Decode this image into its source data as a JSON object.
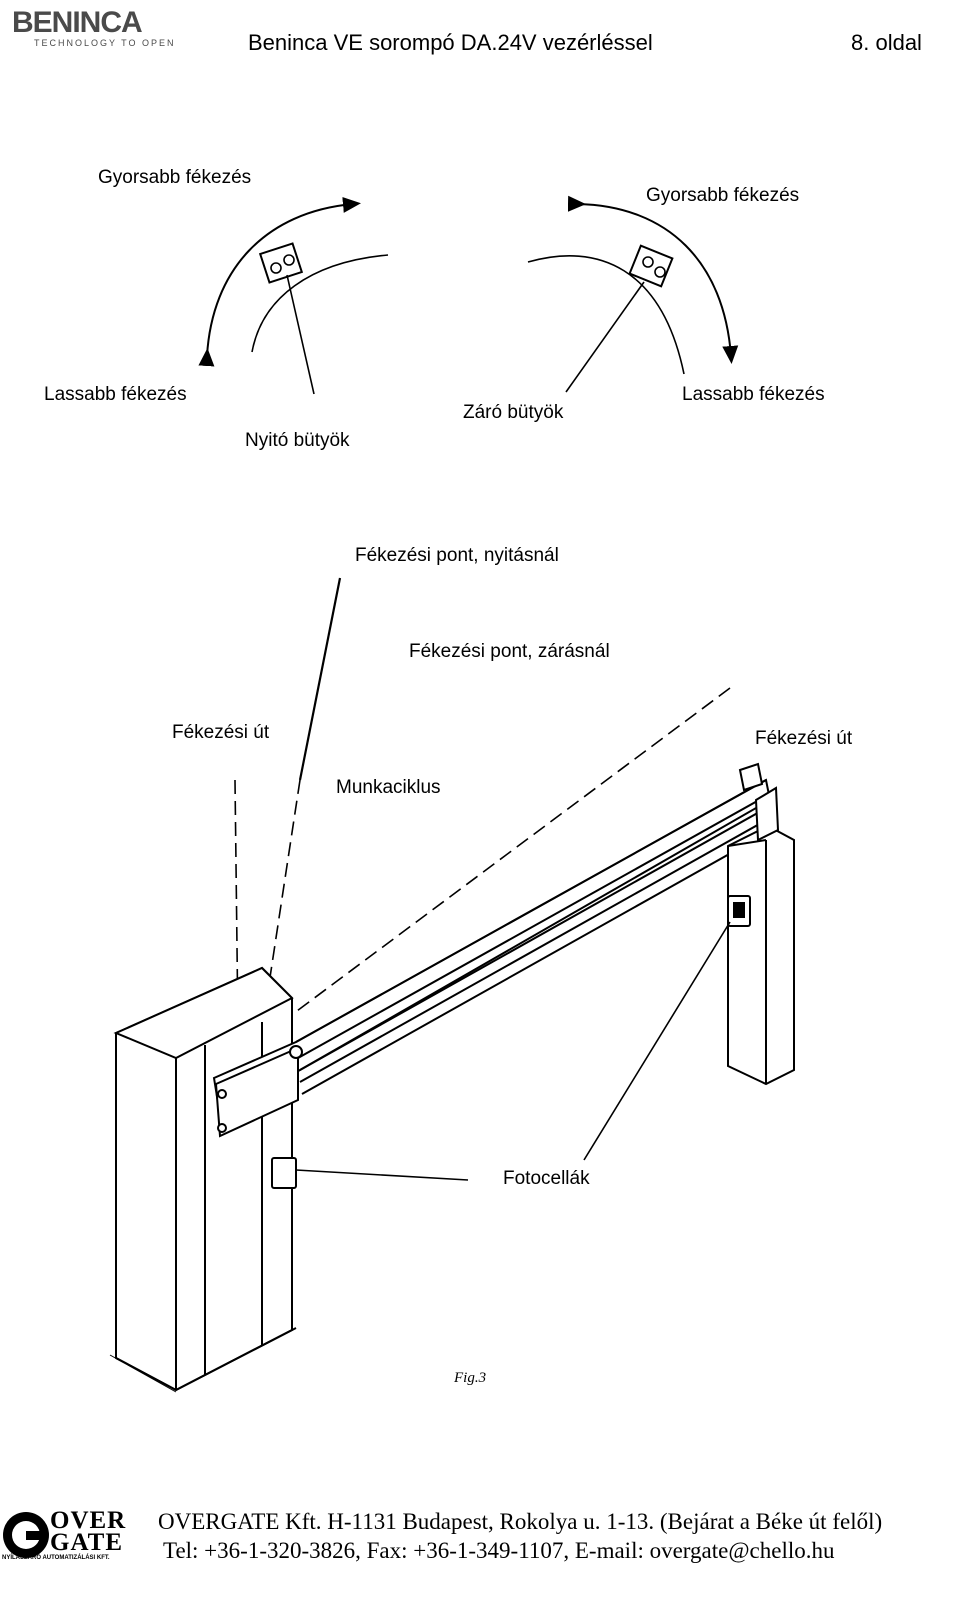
{
  "header": {
    "logo_brand": "BENINCA",
    "logo_tagline": "TECHNOLOGY TO OPEN",
    "title": "Beninca VE sorompó DA.24V vezérléssel",
    "page": "8. oldal"
  },
  "cam_diagram": {
    "left_fast": "Gyorsabb fékezés",
    "right_fast": "Gyorsabb fékezés",
    "left_slow": "Lassabb fékezés",
    "right_slow": "Lassabb fékezés",
    "open_cam": "Nyitó bütyök",
    "close_cam": "Záró bütyök"
  },
  "barrier_diagram": {
    "brake_open": "Fékezési pont, nyitásnál",
    "brake_close": "Fékezési pont, zárásnál",
    "brake_path_left": "Fékezési út",
    "brake_path_right": "Fékezési út",
    "work_cycle": "Munkaciklus",
    "photocells": "Fotocellák",
    "fig_caption": "Fig.3"
  },
  "footer": {
    "logo_top": "OVER",
    "logo_bottom": "GATE",
    "logo_small": "NYÍLÁSZÁRÓ AUTOMATIZÁLÁSI KFT.",
    "line1": "OVERGATE Kft. H-1131 Budapest, Rokolya u. 1-13. (Bejárat a Béke út felől)",
    "line2": "Tel: +36-1-320-3826, Fax: +36-1-349-1107, E-mail: overgate@chello.hu"
  }
}
